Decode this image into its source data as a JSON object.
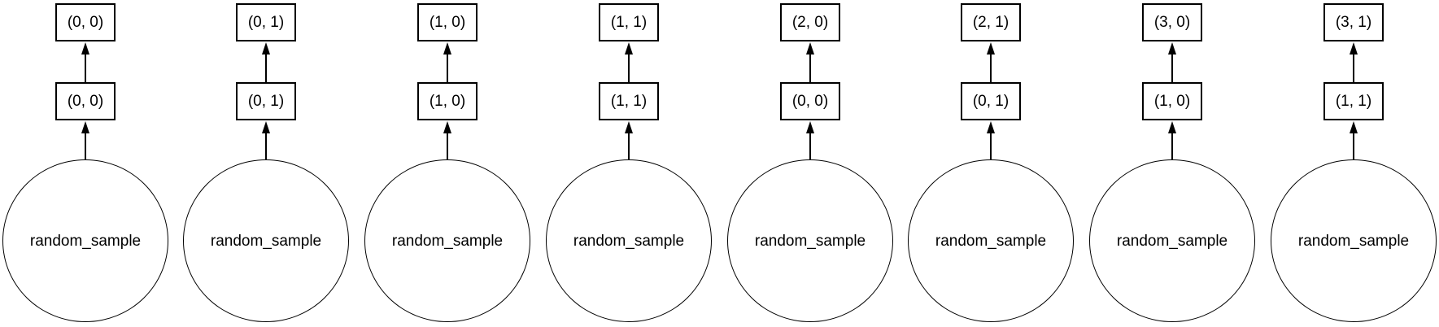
{
  "graph": {
    "description_type": "task-graph",
    "colors": {
      "stroke": "#000000",
      "fill": "#ffffff",
      "text": "#000000"
    },
    "columns": [
      {
        "top_label": "(0, 0)",
        "mid_label": "(0, 0)",
        "task_label": "random_sample"
      },
      {
        "top_label": "(0, 1)",
        "mid_label": "(0, 1)",
        "task_label": "random_sample"
      },
      {
        "top_label": "(1, 0)",
        "mid_label": "(1, 0)",
        "task_label": "random_sample"
      },
      {
        "top_label": "(1, 1)",
        "mid_label": "(1, 1)",
        "task_label": "random_sample"
      },
      {
        "top_label": "(2, 0)",
        "mid_label": "(0, 0)",
        "task_label": "random_sample"
      },
      {
        "top_label": "(2, 1)",
        "mid_label": "(0, 1)",
        "task_label": "random_sample"
      },
      {
        "top_label": "(3, 0)",
        "mid_label": "(1, 0)",
        "task_label": "random_sample"
      },
      {
        "top_label": "(3, 1)",
        "mid_label": "(1, 1)",
        "task_label": "random_sample"
      }
    ]
  }
}
